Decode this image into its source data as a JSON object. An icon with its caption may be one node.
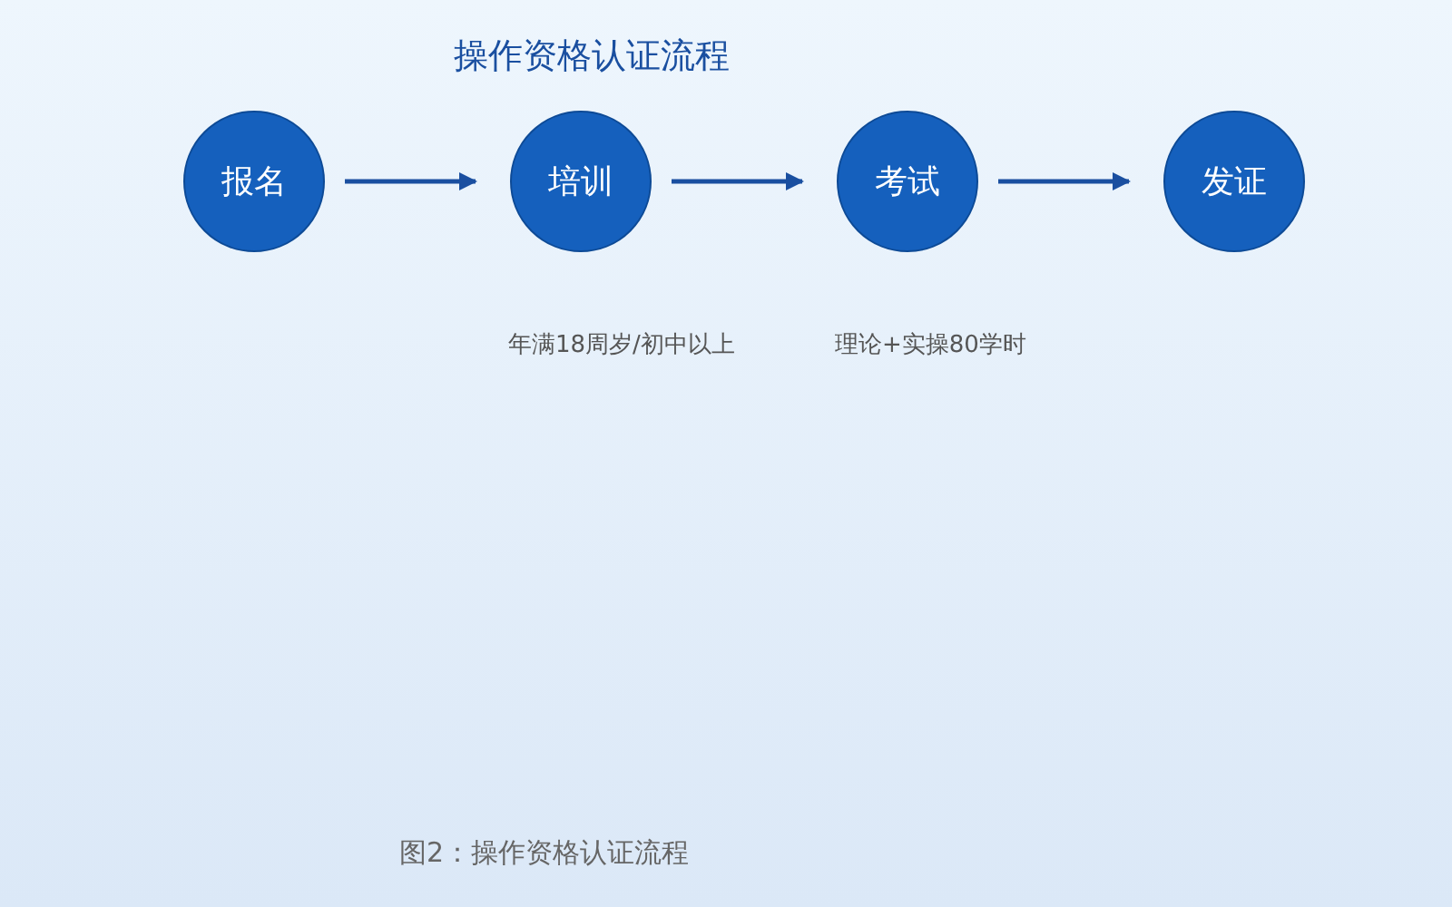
{
  "diagram": {
    "title": "操作资格认证流程",
    "caption": "图2：操作资格认证流程",
    "nodes": [
      {
        "text": [
          "报名"
        ]
      },
      {
        "text": [
          "培训"
        ]
      },
      {
        "text": [
          "考试"
        ]
      },
      {
        "text": [
          "发证"
        ]
      }
    ],
    "edges": [
      {
        "from": 0,
        "to": 1,
        "arrow": "to"
      },
      {
        "from": 1,
        "to": 2,
        "arrow": "to"
      },
      {
        "from": 2,
        "to": 3,
        "arrow": "to"
      }
    ],
    "labels": [
      "年满18周岁/初中以上",
      "理论+实操80学时"
    ]
  }
}
